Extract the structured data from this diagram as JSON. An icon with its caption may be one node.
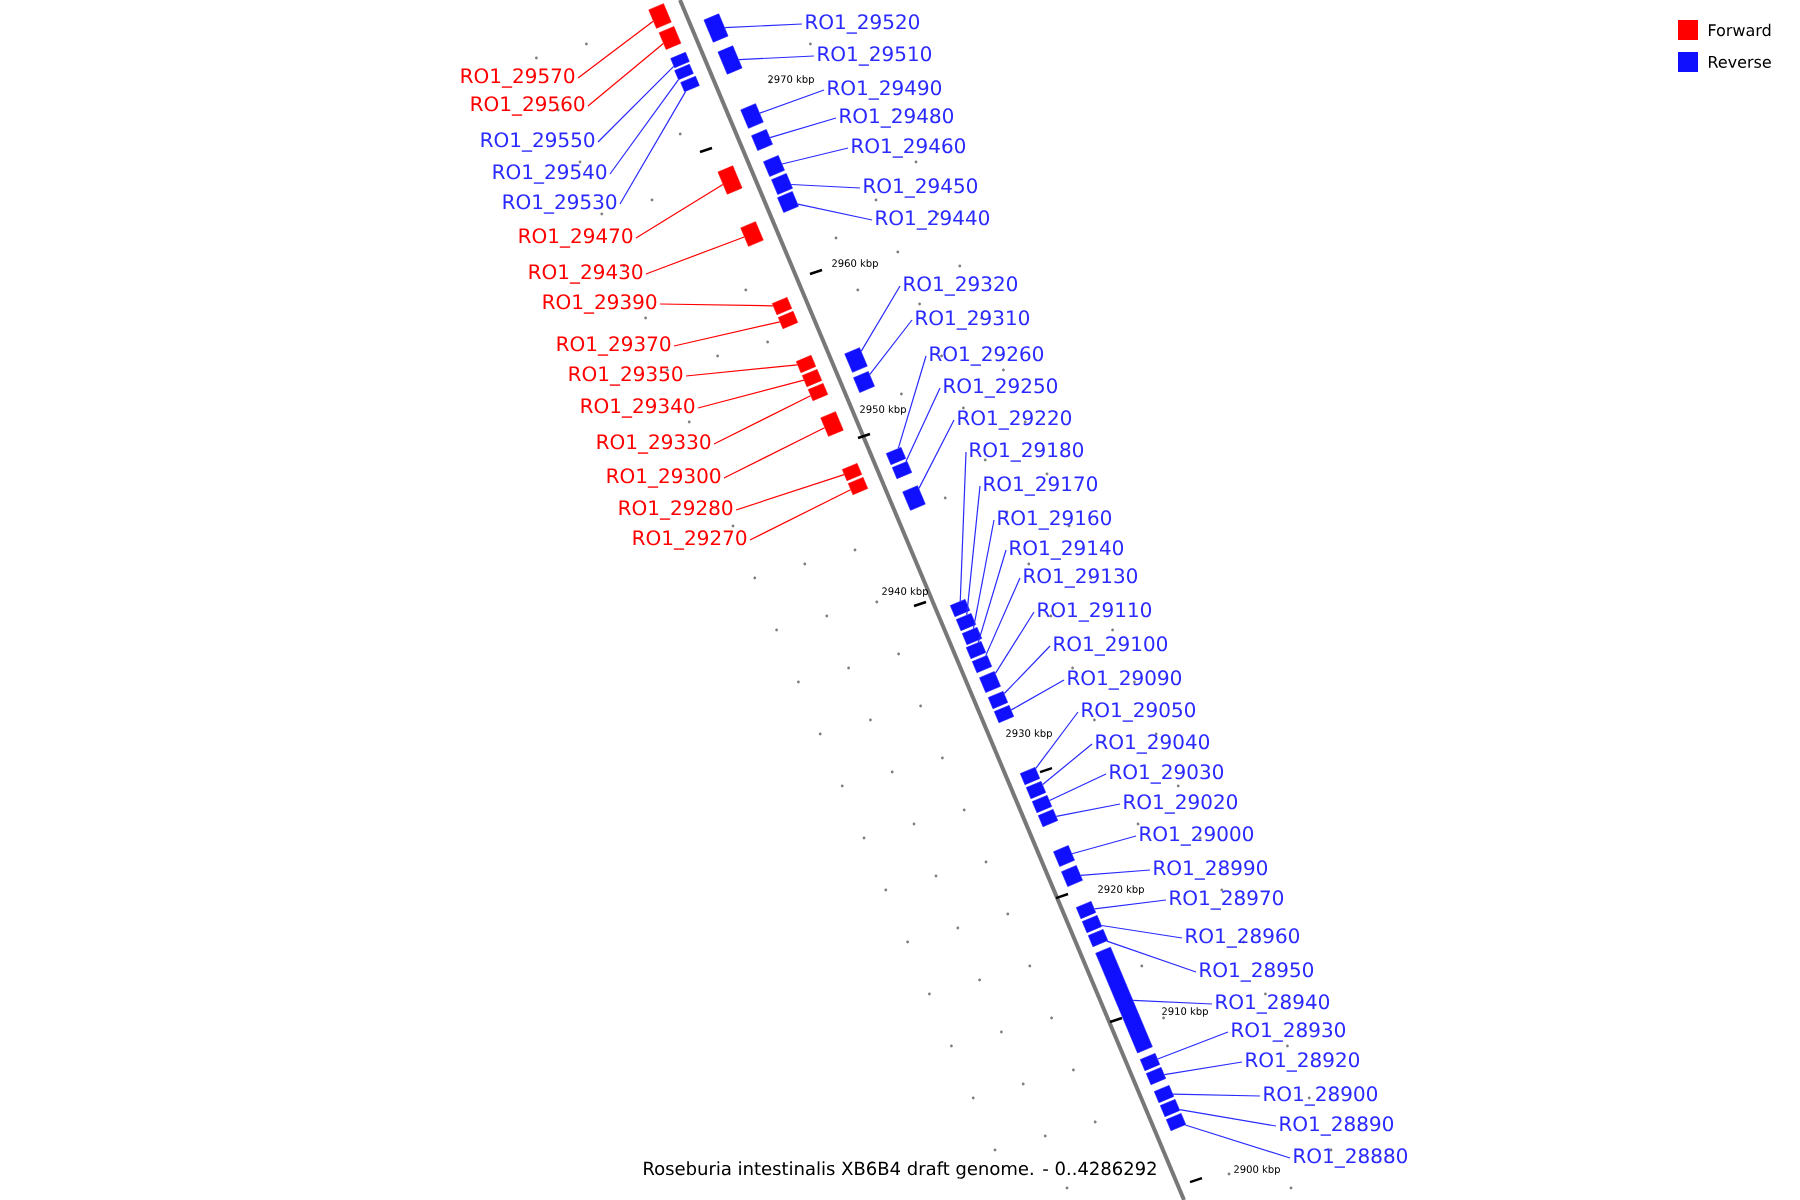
{
  "diagram": {
    "caption": "Roseburia intestinalis XB6B4 draft genome. - 0..4286292",
    "nodes": [
      {
        "text": [
          "RO1_29570"
        ]
      },
      {
        "text": [
          "RO1_29560"
        ]
      },
      {
        "text": [
          "RO1_29550"
        ]
      },
      {
        "text": [
          "RO1_29540"
        ]
      },
      {
        "text": [
          "RO1_29530"
        ]
      },
      {
        "text": [
          "RO1_29470"
        ]
      },
      {
        "text": [
          "RO1_29430"
        ]
      },
      {
        "text": [
          "RO1_29390"
        ]
      },
      {
        "text": [
          "RO1_29370"
        ]
      },
      {
        "text": [
          "RO1_29350"
        ]
      },
      {
        "text": [
          "RO1_29340"
        ]
      },
      {
        "text": [
          "RO1_29330"
        ]
      },
      {
        "text": [
          "RO1_29300"
        ]
      },
      {
        "text": [
          "RO1_29280"
        ]
      },
      {
        "text": [
          "RO1_29270"
        ]
      },
      {
        "text": [
          "RO1_29520"
        ]
      },
      {
        "text": [
          "RO1_29510"
        ]
      },
      {
        "text": [
          "RO1_29490"
        ]
      },
      {
        "text": [
          "RO1_29480"
        ]
      },
      {
        "text": [
          "RO1_29460"
        ]
      },
      {
        "text": [
          "RO1_29450"
        ]
      },
      {
        "text": [
          "RO1_29440"
        ]
      },
      {
        "text": [
          "RO1_29320"
        ]
      },
      {
        "text": [
          "RO1_29310"
        ]
      },
      {
        "text": [
          "RO1_29260"
        ]
      },
      {
        "text": [
          "RO1_29250"
        ]
      },
      {
        "text": [
          "RO1_29220"
        ]
      },
      {
        "text": [
          "RO1_29180"
        ]
      },
      {
        "text": [
          "RO1_29170"
        ]
      },
      {
        "text": [
          "RO1_29160"
        ]
      },
      {
        "text": [
          "RO1_29140"
        ]
      },
      {
        "text": [
          "RO1_29130"
        ]
      },
      {
        "text": [
          "RO1_29110"
        ]
      },
      {
        "text": [
          "RO1_29100"
        ]
      },
      {
        "text": [
          "RO1_29090"
        ]
      },
      {
        "text": [
          "RO1_29050"
        ]
      },
      {
        "text": [
          "RO1_29040"
        ]
      },
      {
        "text": [
          "RO1_29030"
        ]
      },
      {
        "text": [
          "RO1_29020"
        ]
      },
      {
        "text": [
          "RO1_29000"
        ]
      },
      {
        "text": [
          "RO1_28990"
        ]
      },
      {
        "text": [
          "RO1_28970"
        ]
      },
      {
        "text": [
          "RO1_28960"
        ]
      },
      {
        "text": [
          "RO1_28950"
        ]
      },
      {
        "text": [
          "RO1_28940"
        ]
      },
      {
        "text": [
          "RO1_28930"
        ]
      },
      {
        "text": [
          "RO1_28920"
        ]
      },
      {
        "text": [
          "RO1_28900"
        ]
      },
      {
        "text": [
          "RO1_28890"
        ]
      },
      {
        "text": [
          "RO1_28880"
        ]
      },
      {
        "text": [],
        "shape": "box"
      },
      {
        "text": [],
        "shape": "box"
      },
      {
        "text": [],
        "shape": "box"
      },
      {
        "text": [],
        "shape": "box"
      },
      {
        "text": [],
        "shape": "box"
      },
      {
        "text": [],
        "shape": "box"
      },
      {
        "text": [],
        "shape": "box"
      },
      {
        "text": [],
        "shape": "box"
      },
      {
        "text": [],
        "shape": "box"
      },
      {
        "text": [],
        "shape": "box"
      },
      {
        "text": [],
        "shape": "box"
      },
      {
        "text": [],
        "shape": "box"
      },
      {
        "text": [],
        "shape": "box"
      },
      {
        "text": [],
        "shape": "box"
      },
      {
        "text": [],
        "shape": "box"
      },
      {
        "text": [],
        "shape": "box"
      },
      {
        "text": [],
        "shape": "box"
      },
      {
        "text": [],
        "shape": "box"
      },
      {
        "text": [],
        "shape": "box"
      },
      {
        "text": [],
        "shape": "box"
      },
      {
        "text": [],
        "shape": "box"
      },
      {
        "text": [],
        "shape": "box"
      },
      {
        "text": [],
        "shape": "box"
      },
      {
        "text": [],
        "shape": "box"
      },
      {
        "text": [],
        "shape": "box"
      },
      {
        "text": [],
        "shape": "box"
      },
      {
        "text": [],
        "shape": "box"
      },
      {
        "text": [],
        "shape": "box"
      },
      {
        "text": [],
        "shape": "box"
      },
      {
        "text": [],
        "shape": "box"
      },
      {
        "text": [],
        "shape": "box"
      },
      {
        "text": [],
        "shape": "box"
      },
      {
        "text": [],
        "shape": "box"
      },
      {
        "text": [],
        "shape": "box"
      },
      {
        "text": [],
        "shape": "box"
      },
      {
        "text": [],
        "shape": "box"
      },
      {
        "text": [],
        "shape": "box"
      },
      {
        "text": [],
        "shape": "box"
      },
      {
        "text": [],
        "shape": "box"
      },
      {
        "text": [],
        "shape": "box"
      },
      {
        "text": [],
        "shape": "box"
      },
      {
        "text": [],
        "shape": "box"
      },
      {
        "text": [],
        "shape": "box"
      },
      {
        "text": [],
        "shape": "box"
      },
      {
        "text": [],
        "shape": "box"
      },
      {
        "text": [],
        "shape": "box"
      },
      {
        "text": [],
        "shape": "box"
      },
      {
        "text": [],
        "shape": "box"
      },
      {
        "text": [],
        "shape": "box"
      },
      {
        "text": [],
        "shape": "box"
      }
    ],
    "edges": [
      {
        "from": 0,
        "to": 50,
        "arrow": "none",
        "color": "#ff0000"
      },
      {
        "from": 1,
        "to": 51,
        "arrow": "none",
        "color": "#ff0000"
      },
      {
        "from": 2,
        "to": 52,
        "arrow": "none"
      },
      {
        "from": 3,
        "to": 53,
        "arrow": "none"
      },
      {
        "from": 4,
        "to": 54,
        "arrow": "none"
      },
      {
        "from": 5,
        "to": 55,
        "arrow": "none",
        "color": "#ff0000"
      },
      {
        "from": 6,
        "to": 56,
        "arrow": "none",
        "color": "#ff0000"
      },
      {
        "from": 7,
        "to": 57,
        "arrow": "none",
        "color": "#ff0000"
      },
      {
        "from": 8,
        "to": 58,
        "arrow": "none",
        "color": "#ff0000"
      },
      {
        "from": 9,
        "to": 59,
        "arrow": "none",
        "color": "#ff0000"
      },
      {
        "from": 10,
        "to": 60,
        "arrow": "none",
        "color": "#ff0000"
      },
      {
        "from": 11,
        "to": 61,
        "arrow": "none",
        "color": "#ff0000"
      },
      {
        "from": 12,
        "to": 62,
        "arrow": "none",
        "color": "#ff0000"
      },
      {
        "from": 13,
        "to": 63,
        "arrow": "none",
        "color": "#ff0000"
      },
      {
        "from": 14,
        "to": 64,
        "arrow": "none",
        "color": "#ff0000"
      },
      {
        "from": 15,
        "to": 65,
        "arrow": "none"
      },
      {
        "from": 16,
        "to": 66,
        "arrow": "none"
      },
      {
        "from": 17,
        "to": 67,
        "arrow": "none"
      },
      {
        "from": 18,
        "to": 68,
        "arrow": "none"
      },
      {
        "from": 19,
        "to": 69,
        "arrow": "none"
      },
      {
        "from": 20,
        "to": 70,
        "arrow": "none"
      },
      {
        "from": 21,
        "to": 71,
        "arrow": "none"
      },
      {
        "from": 22,
        "to": 72,
        "arrow": "none"
      },
      {
        "from": 23,
        "to": 73,
        "arrow": "none"
      },
      {
        "from": 24,
        "to": 74,
        "arrow": "none"
      },
      {
        "from": 25,
        "to": 75,
        "arrow": "none"
      },
      {
        "from": 26,
        "to": 76,
        "arrow": "none"
      },
      {
        "from": 27,
        "to": 77,
        "arrow": "none"
      },
      {
        "from": 28,
        "to": 78,
        "arrow": "none"
      },
      {
        "from": 29,
        "to": 79,
        "arrow": "none"
      },
      {
        "from": 30,
        "to": 80,
        "arrow": "none"
      },
      {
        "from": 31,
        "to": 81,
        "arrow": "none"
      },
      {
        "from": 32,
        "to": 82,
        "arrow": "none"
      },
      {
        "from": 33,
        "to": 83,
        "arrow": "none"
      },
      {
        "from": 34,
        "to": 84,
        "arrow": "none"
      },
      {
        "from": 35,
        "to": 85,
        "arrow": "none"
      },
      {
        "from": 36,
        "to": 86,
        "arrow": "none"
      },
      {
        "from": 37,
        "to": 87,
        "arrow": "none"
      },
      {
        "from": 38,
        "to": 88,
        "arrow": "none"
      },
      {
        "from": 39,
        "to": 89,
        "arrow": "none"
      },
      {
        "from": 40,
        "to": 90,
        "arrow": "none"
      },
      {
        "from": 41,
        "to": 91,
        "arrow": "none"
      },
      {
        "from": 42,
        "to": 92,
        "arrow": "none"
      },
      {
        "from": 43,
        "to": 93,
        "arrow": "none"
      },
      {
        "from": 44,
        "to": 94,
        "arrow": "none"
      },
      {
        "from": 45,
        "to": 95,
        "arrow": "none"
      },
      {
        "from": 46,
        "to": 96,
        "arrow": "none"
      },
      {
        "from": 47,
        "to": 97,
        "arrow": "none"
      },
      {
        "from": 48,
        "to": 98,
        "arrow": "none"
      },
      {
        "from": 49,
        "to": 99,
        "arrow": "none"
      }
    ],
    "labels": [
      "2970 kbp",
      "2960 kbp",
      "2950 kbp",
      "2940 kbp",
      "2930 kbp",
      "2920 kbp",
      "2910 kbp",
      "2900 kbp"
    ],
    "legend": [
      {
        "text": "Forward",
        "color": "#ff0000"
      },
      {
        "text": "Reverse",
        "color": "#1010ff"
      }
    ]
  }
}
